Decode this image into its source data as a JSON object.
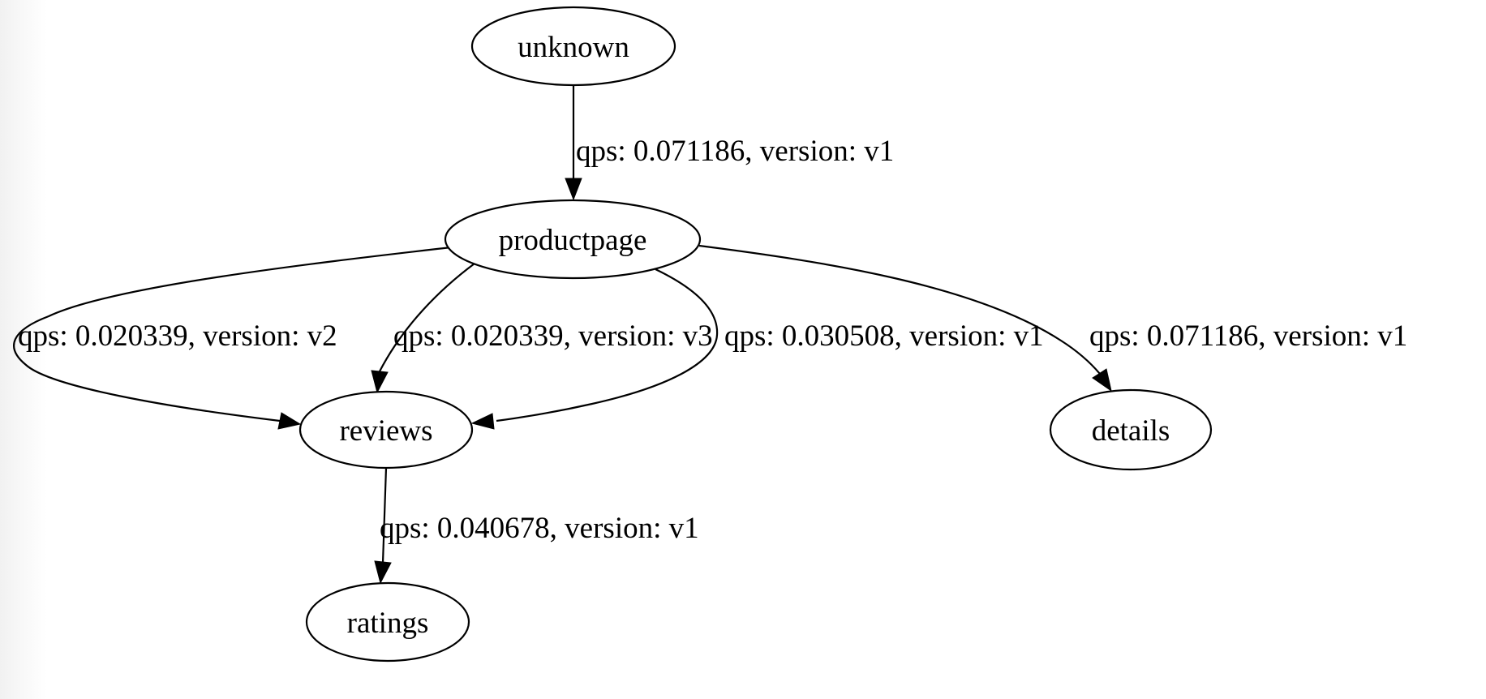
{
  "graph": {
    "nodes": [
      {
        "id": "unknown",
        "label": "unknown"
      },
      {
        "id": "productpage",
        "label": "productpage"
      },
      {
        "id": "reviews",
        "label": "reviews"
      },
      {
        "id": "details",
        "label": "details"
      },
      {
        "id": "ratings",
        "label": "ratings"
      }
    ],
    "edges": [
      {
        "from": "unknown",
        "to": "productpage",
        "qps": "0.071186",
        "version": "v1",
        "label": "qps: 0.071186, version: v1"
      },
      {
        "from": "productpage",
        "to": "reviews",
        "qps": "0.020339",
        "version": "v2",
        "label": "qps: 0.020339, version: v2"
      },
      {
        "from": "productpage",
        "to": "reviews",
        "qps": "0.020339",
        "version": "v3",
        "label": "qps: 0.020339, version: v3"
      },
      {
        "from": "productpage",
        "to": "reviews",
        "qps": "0.030508",
        "version": "v1",
        "label": "qps: 0.030508, version: v1"
      },
      {
        "from": "productpage",
        "to": "details",
        "qps": "0.071186",
        "version": "v1",
        "label": "qps: 0.071186, version: v1"
      },
      {
        "from": "reviews",
        "to": "ratings",
        "qps": "0.040678",
        "version": "v1",
        "label": "qps: 0.040678, version: v1"
      }
    ],
    "colors": {
      "node_fill": "#ffffff",
      "stroke": "#000000",
      "text": "#000000",
      "background": "#ffffff",
      "left_edge_gradient": "#f1f1f1"
    }
  }
}
